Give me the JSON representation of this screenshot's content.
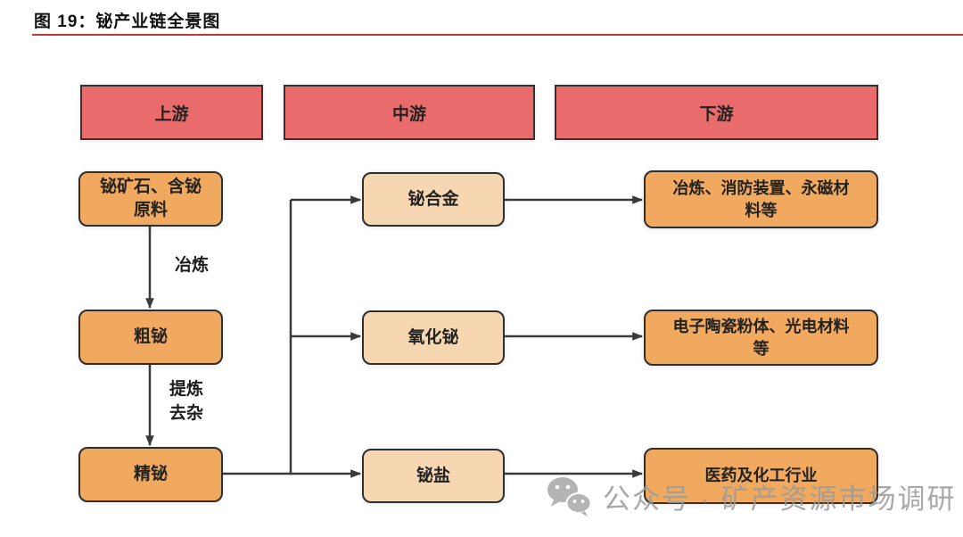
{
  "title": "图 19：铋产业链全景图",
  "headers": [
    {
      "label": "上游"
    },
    {
      "label": "中游"
    },
    {
      "label": "下游"
    }
  ],
  "nodes": {
    "upstream": [
      "铋矿石、含铋原料",
      "粗铋",
      "精铋"
    ],
    "midstream": [
      "铋合金",
      "氧化铋",
      "铋盐"
    ],
    "downstream": [
      "冶炼、消防装置、永磁材料等",
      "电子陶瓷粉体、光电材料等",
      "医药及化工行业"
    ]
  },
  "edge_labels": {
    "smelting": "冶炼",
    "refining": "提炼\n去杂"
  },
  "watermark": {
    "icon": "wechat-icon",
    "text": "公众号 · 矿产资源市场调研"
  },
  "colors": {
    "header_fill": "#e96b6b",
    "upstream_fill": "#f0a95e",
    "midstream_fill": "#f6d7b2",
    "downstream_fill": "#f0a95e",
    "node_border": "#2f2f2f",
    "arrow": "#3a3a3a",
    "title_rule": "#c13a3a",
    "watermark_gray": "#9a9a9a"
  }
}
